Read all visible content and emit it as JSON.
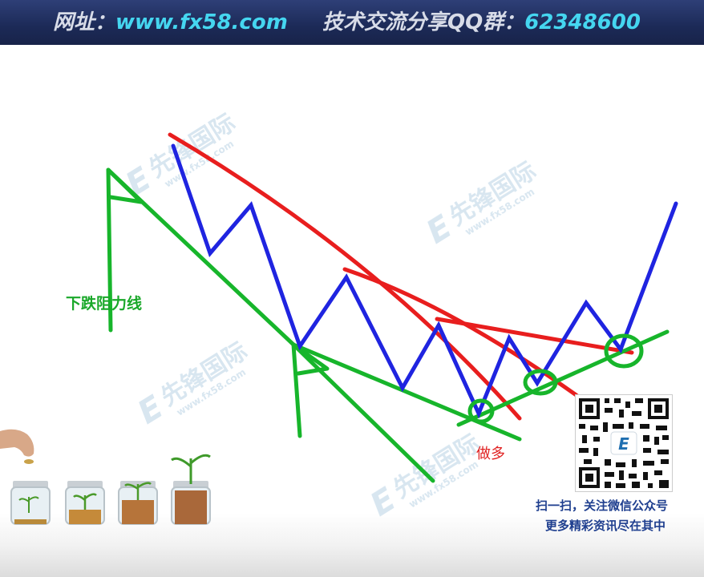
{
  "banner": {
    "site_label": "网址：",
    "site_url": "www.fx58.com",
    "qq_label": "技术交流分享QQ群：",
    "qq_number": "62348600"
  },
  "annotations": {
    "resistance_label": "下跌阻力线",
    "buy_label": "做多"
  },
  "qr": {
    "caption_line1": "扫一扫，关注微信公众号",
    "caption_line2": "更多精彩资讯尽在其中"
  },
  "watermark": {
    "brand": "先锋国际",
    "url": "www.fx58.com"
  },
  "colors": {
    "price_line": "#1f24e0",
    "support_line": "#17b52b",
    "resistance_line": "#e81e1e",
    "banner_bg": "#1c2a57",
    "banner_highlight": "#45d6f0"
  }
}
